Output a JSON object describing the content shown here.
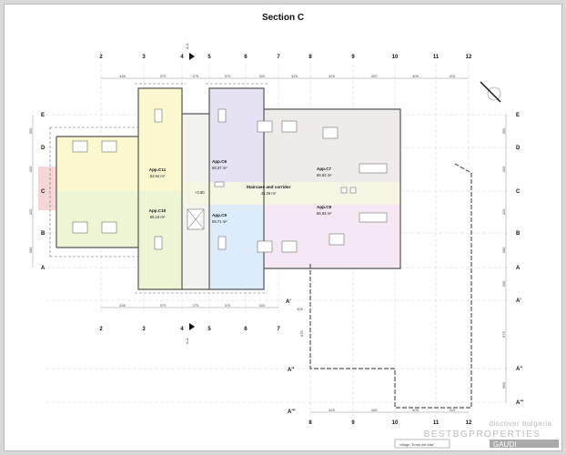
{
  "title": "Section C",
  "axes_top": [
    "2",
    "3",
    "4",
    "5",
    "6",
    "7",
    "8",
    "9",
    "10",
    "11",
    "12"
  ],
  "dims_top": [
    "435",
    "370",
    "275",
    "370",
    "320",
    "325",
    "425",
    "420",
    "405",
    "315"
  ],
  "axes_bottom_left": [
    "2",
    "3",
    "4",
    "5",
    "6",
    "7"
  ],
  "dims_bottom_left": [
    "435",
    "370",
    "275",
    "370",
    "320"
  ],
  "axes_bottom_right": [
    "8",
    "9",
    "10",
    "11",
    "12"
  ],
  "dims_bottom_right": [
    "425",
    "420",
    "405",
    "315"
  ],
  "rows_left": [
    "E",
    "D",
    "C",
    "B",
    "A"
  ],
  "dims_left": [
    "350",
    "420",
    "420",
    "300"
  ],
  "rows_right": [
    "E",
    "D",
    "C",
    "B",
    "A",
    "A'",
    "A''",
    "A'''"
  ],
  "dims_right": [
    "350",
    "420",
    "420",
    "300",
    "330",
    "675",
    "360"
  ],
  "inner_rows": {
    "a1": "A'",
    "a1_dim": "325",
    "a2": "A''",
    "a3": "A'''",
    "dim675": "675"
  },
  "section_marker": "A-A",
  "level": "+2.80",
  "units": {
    "c11": {
      "name": "App.C11",
      "area": "63.84 m²",
      "color": "#fbf8d0"
    },
    "c10": {
      "name": "App.C10",
      "area": "65.18 m²",
      "color": "#eef5d4"
    },
    "c6": {
      "name": "App.C6",
      "area": "58.37 m²",
      "color": "#e6e2f4"
    },
    "c9": {
      "name": "App.C9",
      "area": "59.71 m²",
      "color": "#dcecfa"
    },
    "c7": {
      "name": "App.C7",
      "area": "86.63 m²",
      "color": "#efebeb"
    },
    "c8": {
      "name": "App.C8",
      "area": "86.63 m²",
      "color": "#f5e8f4"
    },
    "corridor": {
      "name": "Staircase and corridor",
      "area": "45.28 m²",
      "color": "#f6f5e4"
    }
  },
  "balcony_color": "#f6d6d6",
  "watermark": {
    "line1": "discover bulgaria",
    "line2": "BESTBGPROPERTIES"
  },
  "title_block": {
    "project": "village \"Emst del Mar\"",
    "firm": "GAUDI"
  }
}
